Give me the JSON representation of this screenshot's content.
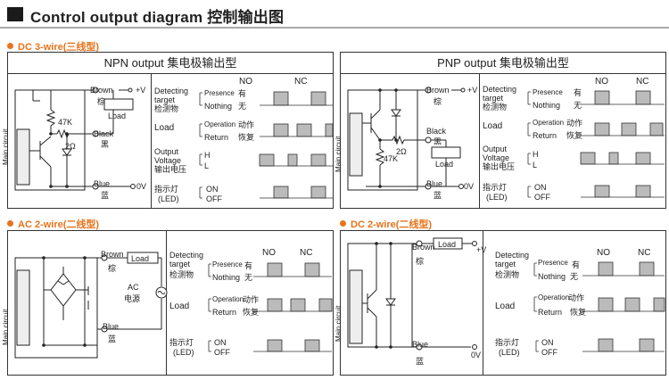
{
  "header": {
    "title": "Control output diagram 控制输出图"
  },
  "sections": {
    "dc3": "DC 3-wire(三线型)",
    "ac2": "AC 2-wire(二线型)",
    "dc2": "DC 2-wire(二线型)"
  },
  "npn": {
    "title": "NPN output 集电极输出型",
    "brown": "Brown",
    "brown_cn": "棕",
    "plus_v": "+V",
    "load": "Load",
    "r47k": "47K",
    "r2": "2Ω",
    "black": "Black",
    "black_cn": "黑",
    "blue": "Blue",
    "blue_cn": "蓝",
    "zero_v": "0V",
    "main": "Main circuit"
  },
  "pnp": {
    "title": "PNP output 集电极输出型",
    "brown": "Brown",
    "brown_cn": "棕",
    "plus_v": "+V",
    "load": "Load",
    "r47k": "47K",
    "r2": "2Ω",
    "black": "Black",
    "black_cn": "黑",
    "blue": "Blue",
    "blue_cn": "蓝",
    "zero_v": "0V",
    "main": "Main circuit"
  },
  "ac": {
    "brown": "Brown",
    "brown_cn": "棕",
    "load": "Load",
    "ac": "AC",
    "ac_cn": "电源",
    "blue": "Blue",
    "blue_cn": "蓝",
    "main": "Main circuit"
  },
  "dc2": {
    "brown": "Brown",
    "brown_cn": "棕",
    "load": "Load",
    "plus_v": "+V",
    "blue": "Blue",
    "blue_cn": "蓝",
    "zero_v": "0V",
    "main": "Main circuit"
  },
  "timing": {
    "no": "NO",
    "nc": "NC",
    "detecting": "Detecting",
    "target": "target",
    "target_cn": "检测物",
    "presence": "Presence",
    "presence_cn": "有",
    "nothing": "Nothing",
    "nothing_cn": "无",
    "load": "Load",
    "operation": "Operation",
    "operation_cn": "动作",
    "return": "Return",
    "return_cn": "恢复",
    "output": "Output",
    "voltage": "Voltage",
    "voltage_cn": "输出电压",
    "h": "H",
    "l": "L",
    "indicator_cn": "指示灯",
    "led": "(LED)",
    "on": "ON",
    "off": "OFF"
  }
}
